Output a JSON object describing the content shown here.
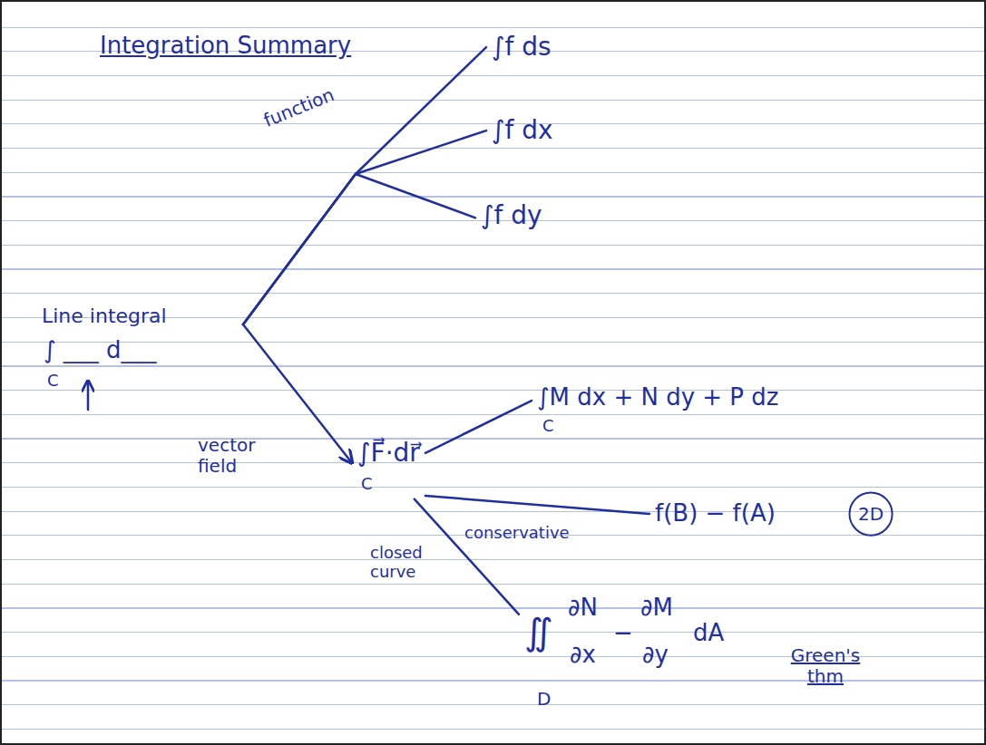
{
  "diagram": {
    "title": "Integration Summary",
    "nodes": [
      {
        "text": [
          "Line integral"
        ]
      },
      {
        "text": [
          "∫f ds"
        ]
      },
      {
        "text": [
          "∫f dx"
        ]
      },
      {
        "text": [
          "∫f dy"
        ]
      },
      {
        "text": [
          "∫F⃗·dr⃗",
          "C"
        ]
      },
      {
        "text": [
          "∫M dx + N dy + P dz",
          "C"
        ]
      },
      {
        "text": [
          "f(B) − f(A)"
        ]
      },
      {
        "text": [
          "∬",
          "∂N",
          "∂x",
          "−",
          "∂M",
          "∂y",
          "dA",
          "D"
        ]
      },
      {
        "text": [
          "2D"
        ]
      }
    ],
    "edges": [
      {
        "from": 0,
        "to": 1,
        "arrow": "none"
      },
      {
        "from": 0,
        "to": 2,
        "arrow": "none"
      },
      {
        "from": 0,
        "to": 3,
        "arrow": "none"
      },
      {
        "from": 0,
        "to": 4,
        "arrow": "to",
        "label": "vector field"
      },
      {
        "from": 4,
        "to": 5,
        "arrow": "none"
      },
      {
        "from": 4,
        "to": 6,
        "arrow": "none",
        "label": "conservative"
      },
      {
        "from": 4,
        "to": 7,
        "arrow": "none",
        "label": "closed curve"
      }
    ],
    "labels": [
      "∫ ___ d___",
      "C",
      "function",
      "Green's thm"
    ]
  }
}
